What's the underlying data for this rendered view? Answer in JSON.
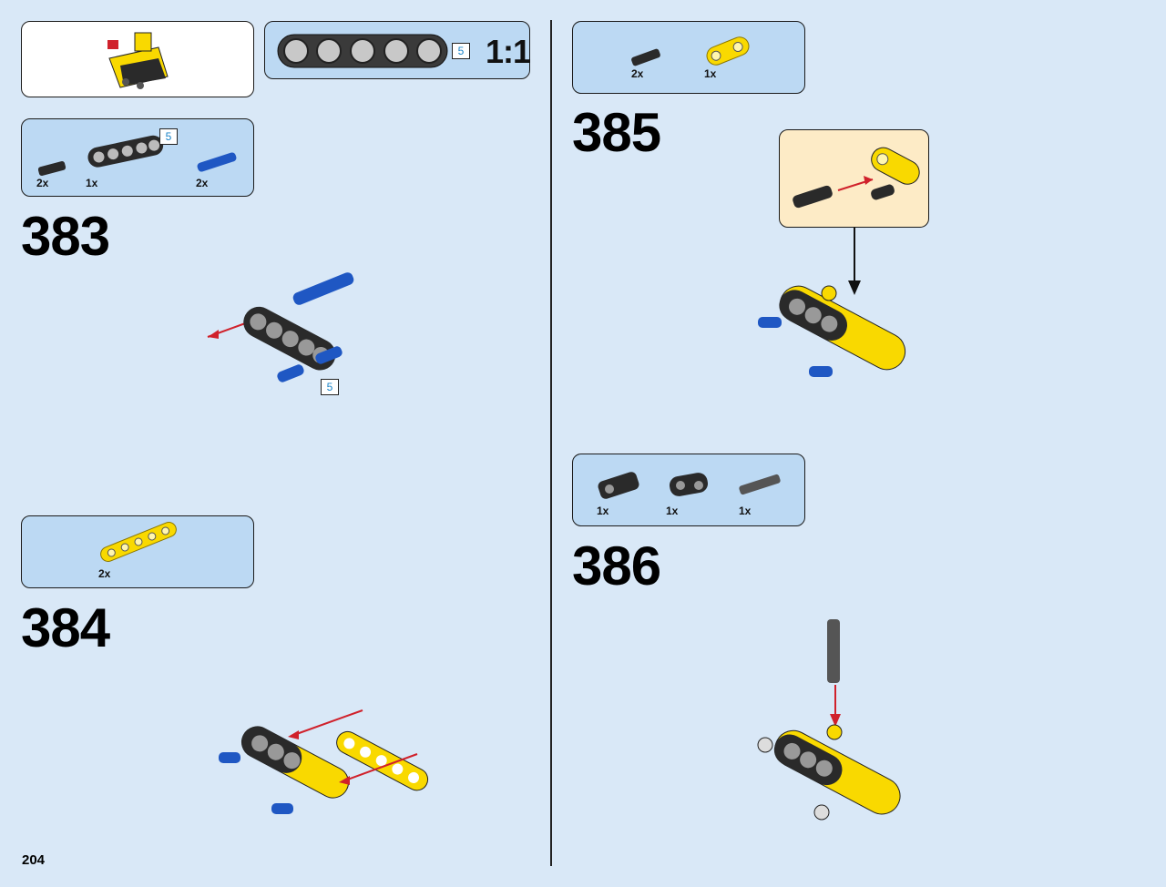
{
  "page": {
    "number": "204"
  },
  "callout": {
    "scale_label": "1:1",
    "beam_length": "5"
  },
  "steps": [
    {
      "number": "383",
      "parts": [
        {
          "qty": "2x",
          "part": "black-friction-pin"
        },
        {
          "qty": "1x",
          "part": "black-beam",
          "length": "5"
        },
        {
          "qty": "2x",
          "part": "blue-long-pin"
        }
      ],
      "assembly_length": "5"
    },
    {
      "number": "384",
      "parts": [
        {
          "qty": "2x",
          "part": "yellow-beam-5"
        }
      ]
    },
    {
      "number": "385",
      "parts": [
        {
          "qty": "2x",
          "part": "black-friction-pin"
        },
        {
          "qty": "1x",
          "part": "yellow-axle-connector"
        }
      ]
    },
    {
      "number": "386",
      "parts": [
        {
          "qty": "1x",
          "part": "black-connector-block"
        },
        {
          "qty": "1x",
          "part": "black-angle-connector"
        },
        {
          "qty": "1x",
          "part": "gray-axle-pin"
        }
      ]
    }
  ],
  "colors": {
    "background": "#d9e8f7",
    "panel": "#bcd9f3",
    "arrow": "#d0212b",
    "lego_yellow": "#f9d900",
    "lego_blue": "#1f57c3",
    "lego_black": "#2a2a2a"
  }
}
